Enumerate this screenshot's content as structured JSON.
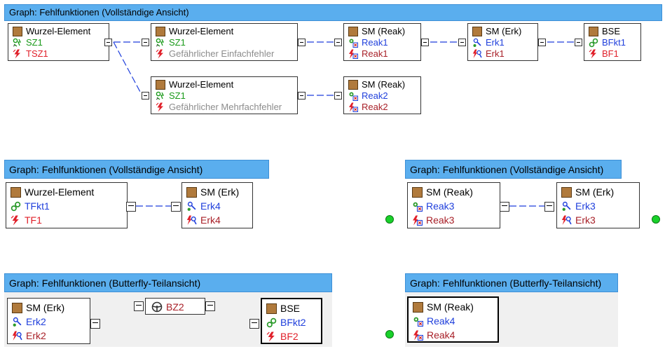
{
  "panels": {
    "p1_title": "Graph: Fehlfunktionen (Vollständige Ansicht)",
    "p2_title": "Graph: Fehlfunktionen (Vollständige Ansicht)",
    "p3_title": "Graph: Fehlfunktionen (Vollständige Ansicht)",
    "p4_title": "Graph: Fehlfunktionen (Butterfly-Teilansicht)",
    "p5_title": "Graph: Fehlfunktionen (Butterfly-Teilansicht)"
  },
  "graph1": {
    "root": {
      "type": "Wurzel-Element",
      "sz": "SZ1",
      "tsz": "TSZ1"
    },
    "single": {
      "type": "Wurzel-Element",
      "sz": "SZ1",
      "desc": "Gefährlicher Einfachfehler"
    },
    "multi": {
      "type": "Wurzel-Element",
      "sz": "SZ1",
      "desc": "Gefährlicher Mehrfachfehler"
    },
    "sm_reak1": {
      "type": "SM (Reak)",
      "a": "Reak1",
      "b": "Reak1"
    },
    "sm_erk1": {
      "type": "SM (Erk)",
      "a": "Erk1",
      "b": "Erk1"
    },
    "bse1": {
      "type": "BSE",
      "a": "BFkt1",
      "b": "BF1"
    },
    "sm_reak2": {
      "type": "SM (Reak)",
      "a": "Reak2",
      "b": "Reak2"
    }
  },
  "graph2": {
    "root": {
      "type": "Wurzel-Element",
      "a": "TFkt1",
      "b": "TF1"
    },
    "sm_erk4": {
      "type": "SM (Erk)",
      "a": "Erk4",
      "b": "Erk4"
    }
  },
  "graph3": {
    "sm_reak3": {
      "type": "SM (Reak)",
      "a": "Reak3",
      "b": "Reak3"
    },
    "sm_erk3": {
      "type": "SM (Erk)",
      "a": "Erk3",
      "b": "Erk3"
    }
  },
  "graph4": {
    "sm_erk2": {
      "type": "SM (Erk)",
      "a": "Erk2",
      "b": "Erk2"
    },
    "bz2": {
      "label": "BZ2"
    },
    "bse2": {
      "type": "BSE",
      "a": "BFkt2",
      "b": "BF2"
    }
  },
  "graph5": {
    "sm_reak4": {
      "type": "SM (Reak)",
      "a": "Reak4",
      "b": "Reak4"
    }
  },
  "colors": {
    "header": "#5aaeee",
    "connector": "#1f3fdc",
    "status_dot": "#19d12a"
  },
  "icons": [
    "element-box-icon",
    "safety-goal-icon",
    "fault-icon",
    "reaction-icon",
    "detection-icon",
    "function-icon",
    "steering-wheel-icon"
  ]
}
